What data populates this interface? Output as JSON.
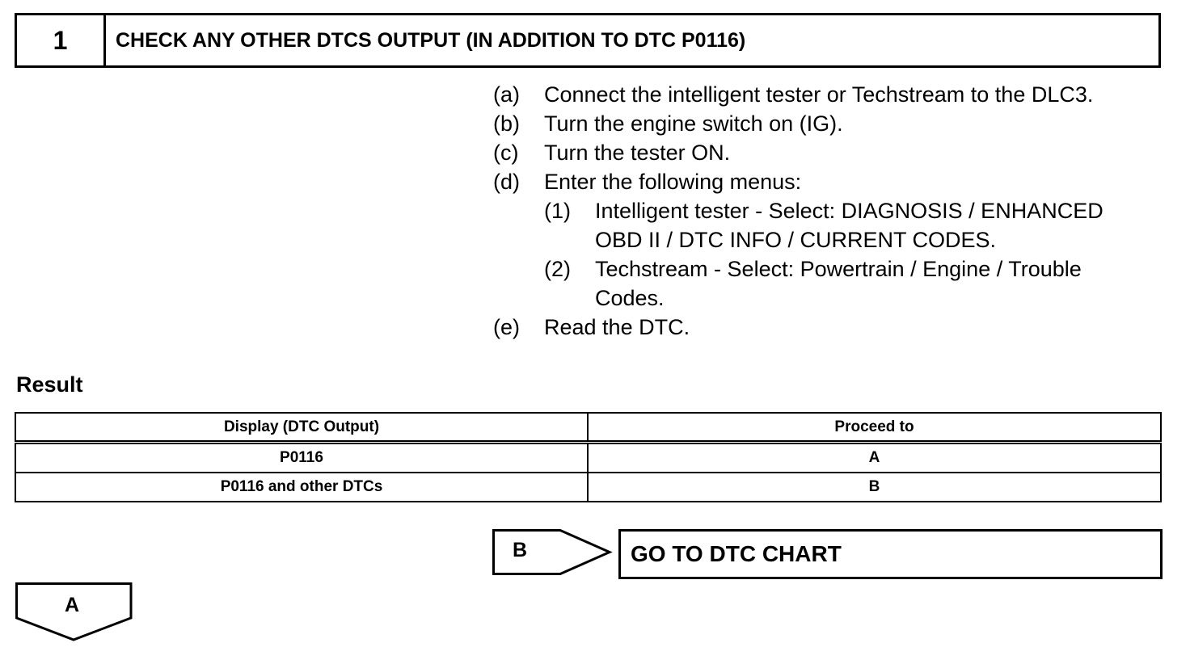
{
  "step": {
    "number": "1",
    "title": "CHECK ANY OTHER DTCS OUTPUT (IN ADDITION TO DTC P0116)"
  },
  "procedure": [
    {
      "label": "(a)",
      "text": "Connect the intelligent tester or Techstream to the DLC3."
    },
    {
      "label": "(b)",
      "text": "Turn the engine switch on (IG)."
    },
    {
      "label": "(c)",
      "text": "Turn the tester ON."
    },
    {
      "label": "(d)",
      "text": "Enter the following menus:"
    },
    {
      "label": "(e)",
      "text": "Read the DTC."
    }
  ],
  "submenus": [
    {
      "label": "(1)",
      "text": "Intelligent tester - Select: DIAGNOSIS / ENHANCED OBD II / DTC INFO / CURRENT CODES."
    },
    {
      "label": "(2)",
      "text": "Techstream - Select: Powertrain / Engine / Trouble Codes."
    }
  ],
  "result": {
    "label": "Result",
    "headers": [
      "Display (DTC Output)",
      "Proceed to"
    ],
    "rows": [
      [
        "P0116",
        "A"
      ],
      [
        "P0116 and other DTCs",
        "B"
      ]
    ]
  },
  "branch_b": {
    "label": "B",
    "target": "GO TO DTC CHART"
  },
  "branch_a": {
    "label": "A"
  }
}
